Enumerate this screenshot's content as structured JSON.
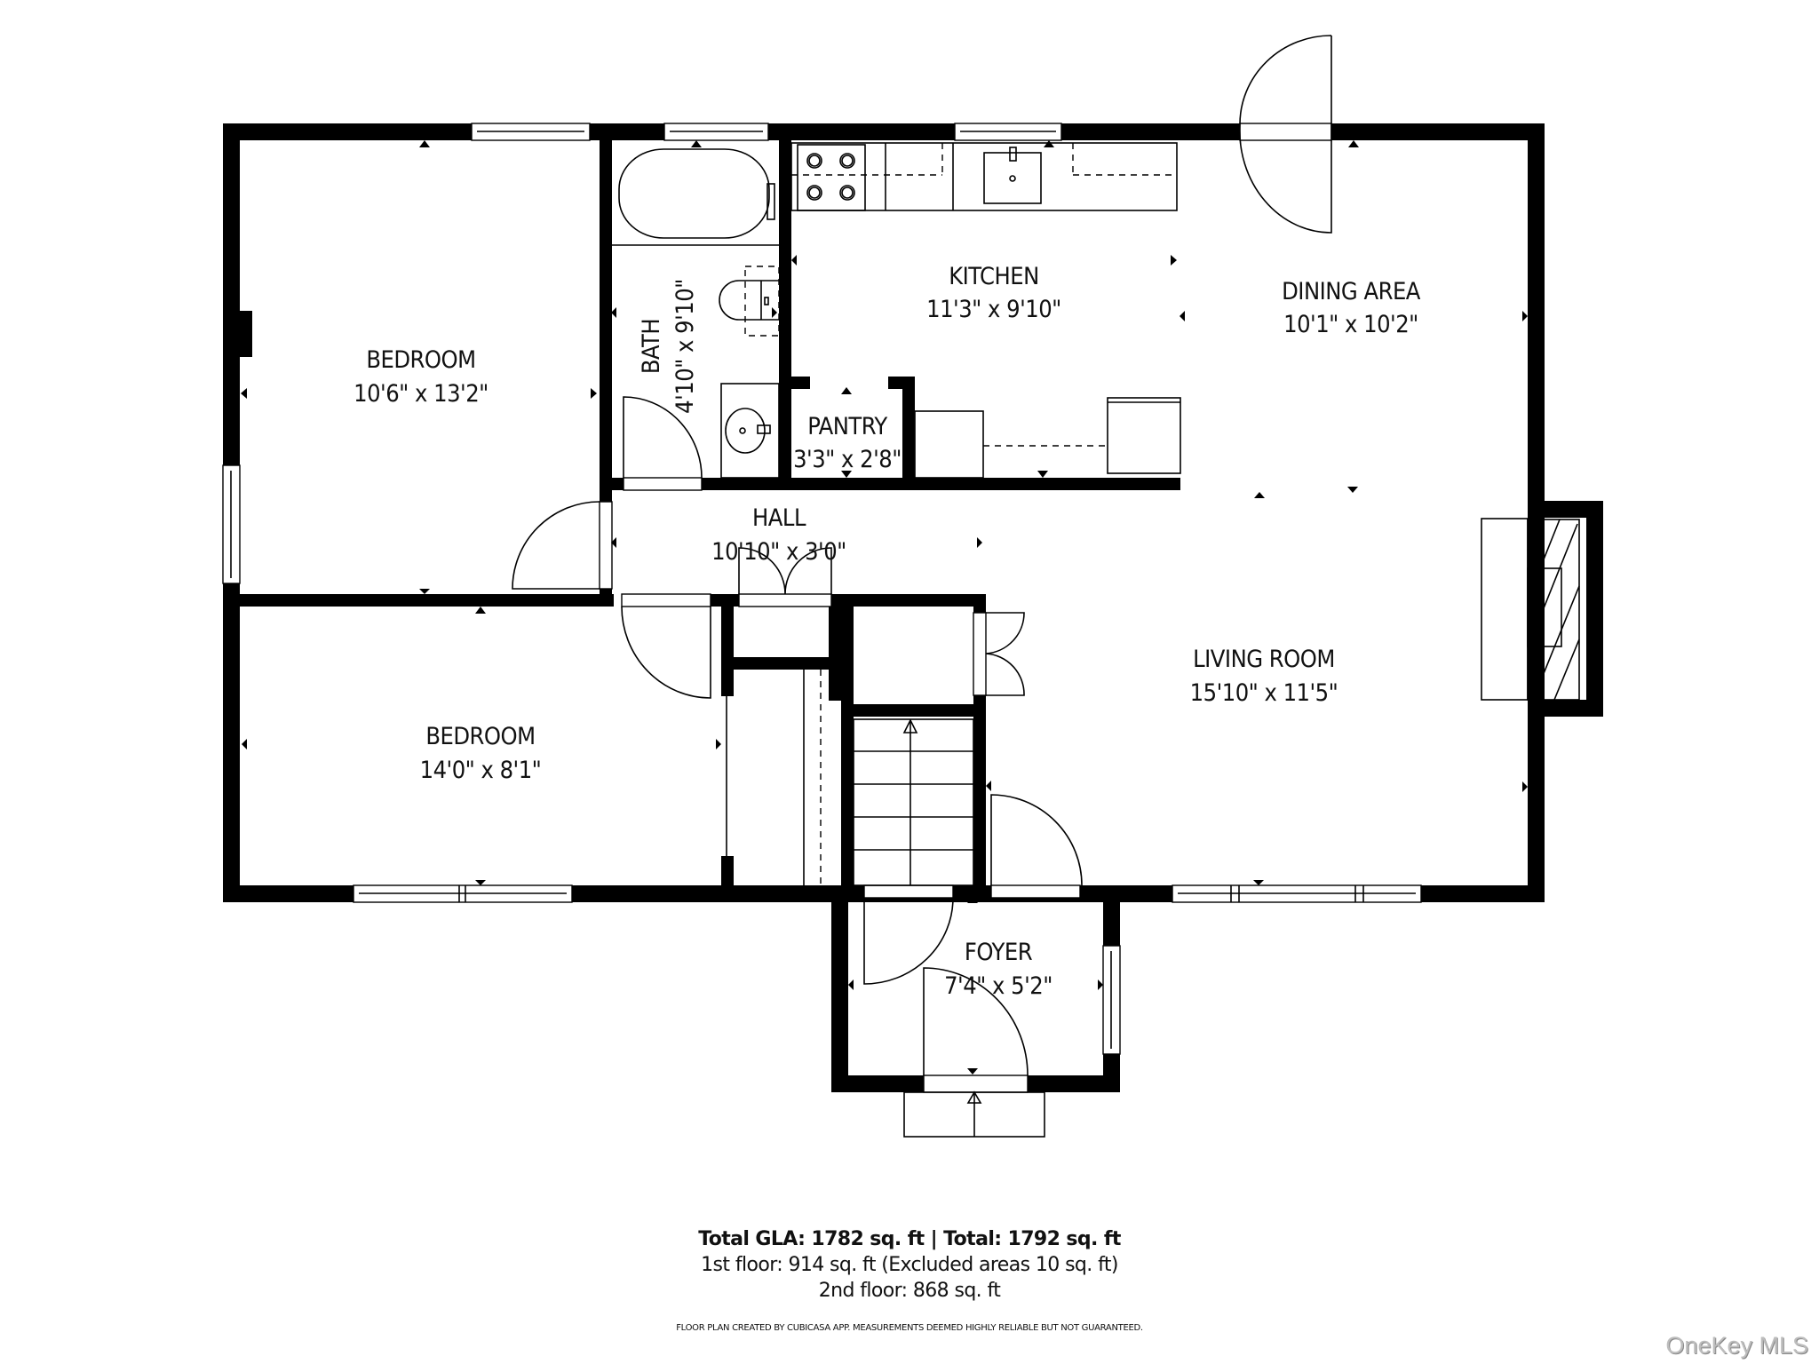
{
  "floor_plan": {
    "rooms": [
      {
        "name": "BEDROOM",
        "dimensions": "10'6\" x 13'2\""
      },
      {
        "name": "BATH",
        "dimensions": "4'10\" x 9'10\""
      },
      {
        "name": "KITCHEN",
        "dimensions": "11'3\" x 9'10\""
      },
      {
        "name": "DINING AREA",
        "dimensions": "10'1\" x 10'2\""
      },
      {
        "name": "PANTRY",
        "dimensions": "3'3\" x 2'8\""
      },
      {
        "name": "HALL",
        "dimensions": "10'10\" x 3'0\""
      },
      {
        "name": "LIVING ROOM",
        "dimensions": "15'10\" x 11'5\""
      },
      {
        "name": "BEDROOM",
        "dimensions": "14'0\" x 8'1\""
      },
      {
        "name": "FOYER",
        "dimensions": "7'4\" x 5'2\""
      }
    ],
    "fixtures": [
      "stove-icon",
      "kitchen-sink-icon",
      "bathtub-icon",
      "toilet-icon",
      "bath-sink-icon",
      "fireplace-icon",
      "stairs-icon",
      "door-swing-icon",
      "window-icon"
    ]
  },
  "summary": {
    "total_line": "Total GLA: 1782 sq. ft | Total: 1792 sq. ft",
    "first_floor": "1st floor: 914 sq. ft (Excluded areas 10 sq. ft)",
    "second_floor": "2nd floor: 868 sq. ft"
  },
  "disclaimer": "FLOOR PLAN CREATED BY CUBICASA APP. MEASUREMENTS DEEMED HIGHLY RELIABLE BUT NOT GUARANTEED.",
  "watermark": "OneKey MLS"
}
